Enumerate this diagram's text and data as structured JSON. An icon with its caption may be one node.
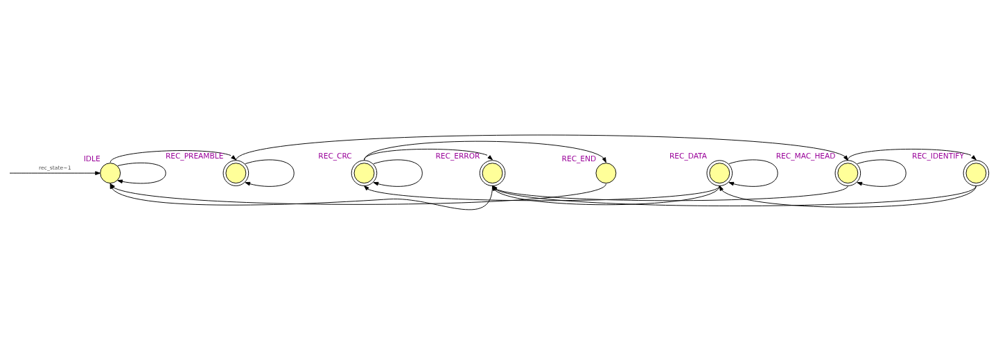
{
  "diagram": {
    "nodes": [
      {
        "text": [
          "IDLE"
        ]
      },
      {
        "text": [
          "REC_PREAMBLE"
        ]
      },
      {
        "text": [
          "REC_CRC"
        ]
      },
      {
        "text": [
          "REC_ERROR"
        ]
      },
      {
        "text": [
          "REC_END"
        ]
      },
      {
        "text": [
          "REC_DATA"
        ]
      },
      {
        "text": [
          "REC_MAC_HEAD"
        ]
      },
      {
        "text": [
          "REC_IDENTIFY"
        ]
      }
    ],
    "edges": [
      {
        "from": null,
        "to": 0,
        "arrow": "to",
        "label": "rec_state~1"
      },
      {
        "from": 0,
        "to": 0,
        "arrow": "to"
      },
      {
        "from": 0,
        "to": 1,
        "arrow": "to"
      },
      {
        "from": 1,
        "to": 1,
        "arrow": "to"
      },
      {
        "from": 1,
        "to": 6,
        "arrow": "to"
      },
      {
        "from": 2,
        "to": 2,
        "arrow": "to"
      },
      {
        "from": 2,
        "to": 3,
        "arrow": "to"
      },
      {
        "from": 2,
        "to": 4,
        "arrow": "to"
      },
      {
        "from": 3,
        "to": 0,
        "arrow": "to"
      },
      {
        "from": 4,
        "to": 0,
        "arrow": "to"
      },
      {
        "from": 5,
        "to": 5,
        "arrow": "to"
      },
      {
        "from": 5,
        "to": 2,
        "arrow": "to"
      },
      {
        "from": 5,
        "to": 3,
        "arrow": "to"
      },
      {
        "from": 6,
        "to": 6,
        "arrow": "to"
      },
      {
        "from": 6,
        "to": 7,
        "arrow": "to"
      },
      {
        "from": 6,
        "to": 3,
        "arrow": "to"
      },
      {
        "from": 7,
        "to": 5,
        "arrow": "to"
      },
      {
        "from": 7,
        "to": 3,
        "arrow": "to"
      }
    ]
  }
}
